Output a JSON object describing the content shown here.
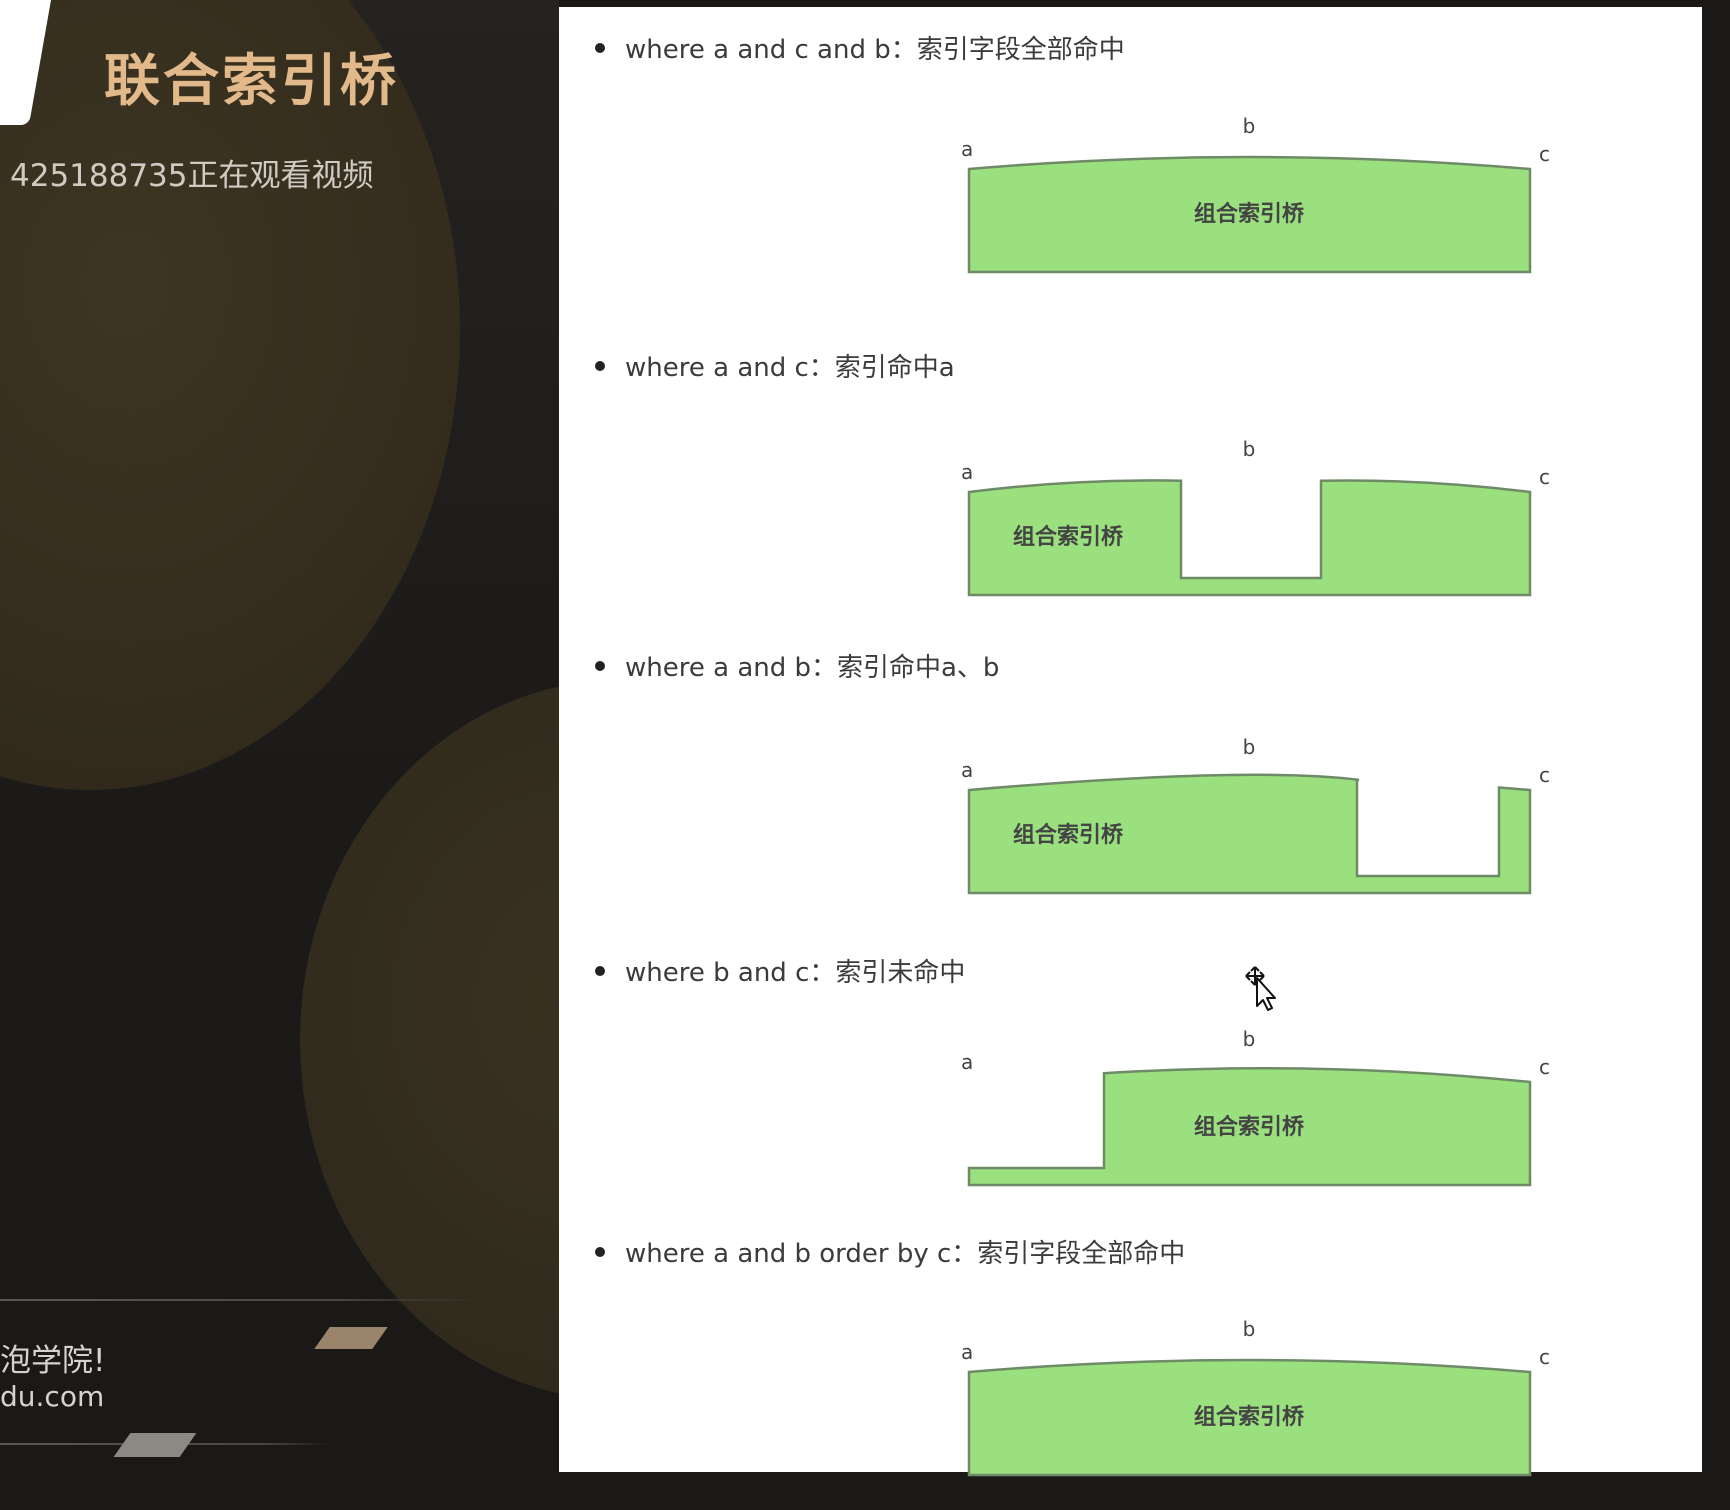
{
  "left_panel": {
    "title": "联合索引桥",
    "viewer_notice": "425188735正在观看视频",
    "footer_slogan": "泡学院!",
    "footer_domain": "du.com"
  },
  "document": {
    "items": [
      {
        "condition": "where a and c and b：索引字段全部命中",
        "pattern": "full",
        "labels": {
          "a": "a",
          "b": "b",
          "c": "c"
        },
        "bridge_label": "组合索引桥"
      },
      {
        "condition": "where a and c：索引命中a",
        "pattern": "gap-middle",
        "labels": {
          "a": "a",
          "b": "b",
          "c": "c"
        },
        "bridge_label": "组合索引桥"
      },
      {
        "condition": "where a and b：索引命中a、b",
        "pattern": "gap-right",
        "labels": {
          "a": "a",
          "b": "b",
          "c": "c"
        },
        "bridge_label": "组合索引桥"
      },
      {
        "condition": "where b and c：索引未命中",
        "pattern": "gap-left",
        "labels": {
          "a": "a",
          "b": "b",
          "c": "c"
        },
        "bridge_label": "组合索引桥"
      },
      {
        "condition": "where a and b order by c：索引字段全部命中",
        "pattern": "full",
        "labels": {
          "a": "a",
          "b": "b",
          "c": "c"
        },
        "bridge_label": "组合索引桥"
      }
    ]
  },
  "colors": {
    "bridge_fill": "#9be07f",
    "bridge_stroke": "#6f8a66",
    "title_gold": "#e2b98a"
  },
  "icons": {
    "cursor": "move-cursor-icon"
  }
}
